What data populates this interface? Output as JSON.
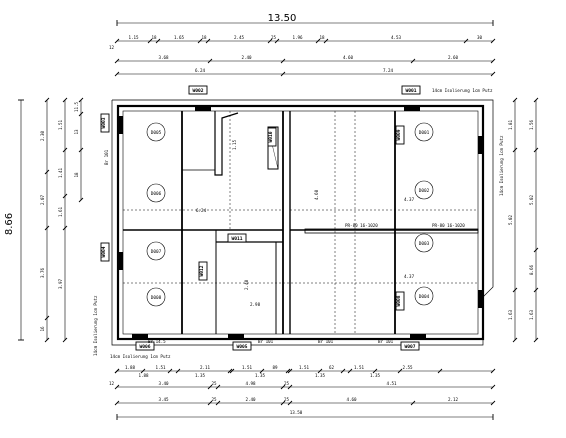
{
  "overall_width": "13.50",
  "overall_height": "8.66",
  "top_dims": {
    "row1": [
      "1.15",
      "18",
      "1.65",
      "18",
      "2.45",
      "25",
      "1.96",
      "18",
      "4.53",
      "30"
    ],
    "row2": [
      "3.68",
      "2.40",
      "4.60",
      "2.60"
    ],
    "row3": [
      "6.24",
      "7.24"
    ],
    "row_start": "12"
  },
  "bottom_dims": {
    "row1": [
      "1.88",
      "1.51",
      "2.11",
      "1.51",
      "89",
      "1.51",
      "62",
      "1.51",
      "2.55"
    ],
    "row1_sub": [
      "1.88",
      "1.35",
      "1.35",
      "1.35",
      "1.35"
    ],
    "row2": [
      "3.40",
      "25",
      "4.98",
      "25",
      "4.51"
    ],
    "row3": [
      "3.45",
      "25",
      "2.40",
      "25",
      "4.60",
      "2.12"
    ],
    "row4": "13.50",
    "row_start": "12"
  },
  "left_dims": {
    "outer": [
      "2.30",
      "2.07",
      "3.76",
      "16"
    ],
    "inner": [
      "1.51",
      "1.41",
      "1.61",
      "3.97"
    ],
    "sub": [
      "11.5",
      "13",
      "18"
    ]
  },
  "right_dims": {
    "inner": [
      "1.81",
      "5.02",
      "1.63"
    ],
    "outer": [
      "1.56",
      "5.02",
      "8.66",
      "1.63"
    ]
  },
  "annotations": {
    "insulation_top_right": "14cm Isolierung 1cm Putz",
    "insulation_bottom": "14cm Isolierung 1cm Putz",
    "insulation_left": "14cm Isolierung 1cm Putz",
    "insulation_right": "14cm Isolierung 1cm Putz",
    "beam_left": "PR-80 16-1020",
    "beam_right": "PR-80 16-1020"
  },
  "tags": [
    {
      "id": "t-top-left",
      "text": "W002"
    },
    {
      "id": "t-top-right",
      "text": "W001"
    },
    {
      "id": "t-left-1",
      "text": "W003"
    },
    {
      "id": "t-left-2",
      "text": "W004"
    },
    {
      "id": "t-right-1",
      "text": "W009"
    },
    {
      "id": "t-right-2",
      "text": "W008"
    },
    {
      "id": "t-bottom-1",
      "text": "W006"
    },
    {
      "id": "t-bottom-2",
      "text": "W005"
    },
    {
      "id": "t-bottom-3",
      "text": "W007"
    },
    {
      "id": "t-mid-1",
      "text": "W011"
    },
    {
      "id": "t-mid-2",
      "text": "W012"
    },
    {
      "id": "t-mid-3",
      "text": "W010"
    }
  ],
  "rooms": [
    "D005",
    "D006",
    "D007",
    "D008",
    "D001",
    "D002",
    "D003",
    "D004"
  ],
  "bottom_labels": [
    "Br 14.5",
    "Br 101",
    "Br 101",
    "Br 101"
  ],
  "misc_labels": [
    "6.24",
    "4.37",
    "4.37",
    "2.98",
    "Br 101",
    "1.15",
    "4.60",
    "2.40"
  ]
}
